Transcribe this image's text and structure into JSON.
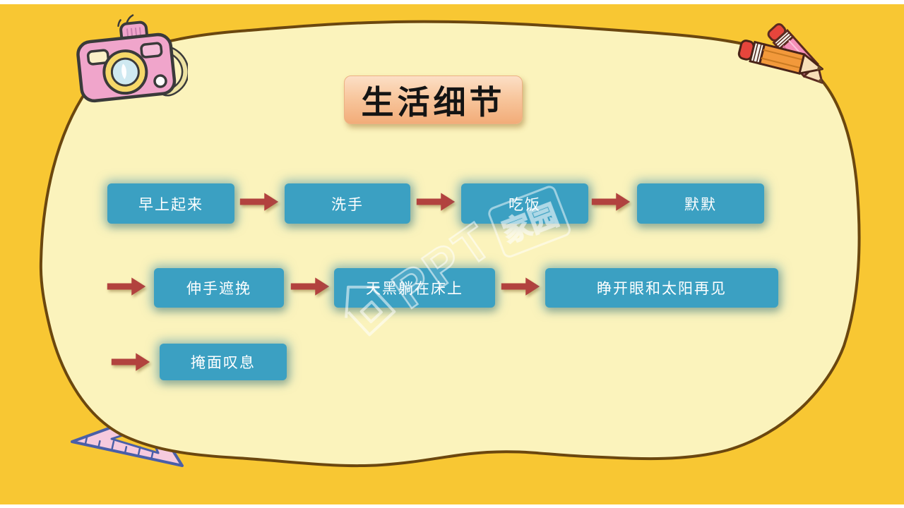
{
  "slide": {
    "title": "生活细节",
    "watermark": {
      "latin": "PPT",
      "cn": "家园",
      "full": "PPT家园"
    }
  },
  "flow": {
    "row1": {
      "step1": "早上起来",
      "step2": "洗手",
      "step3": "吃饭",
      "step4": "默默"
    },
    "row2": {
      "step1": "伸手遮挽",
      "step2": "天黑躺在床上",
      "step3": "睁开眼和太阳再见"
    },
    "row3": {
      "step1": "掩面叹息"
    }
  },
  "decorations": {
    "camera": "pink-camera-illustration",
    "pencils": "crossed-pencils-illustration",
    "ruler": "triangle-ruler-illustration"
  },
  "colors": {
    "background": "#F8C733",
    "blob_fill": "#FBF3BC",
    "blob_outline": "#6B470F",
    "box_fill": "#3BA0C2",
    "box_text": "#FFFFFF",
    "arrow": "#B2423E",
    "title_gradient_top": "#FCDFC6",
    "title_gradient_bottom": "#F2AC79",
    "title_text": "#141414"
  }
}
